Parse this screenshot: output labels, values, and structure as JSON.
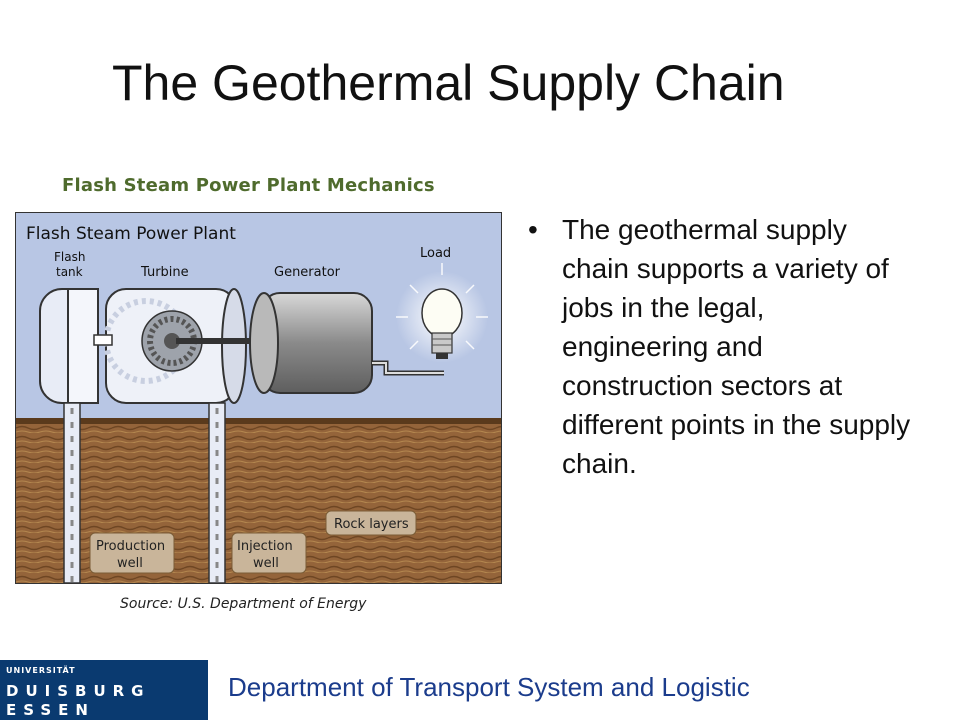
{
  "slide": {
    "title": "The Geothermal Supply Chain",
    "figure_caption": "Flash Steam Power Plant Mechanics",
    "figure_source": "Source: U.S. Department of Energy",
    "bullets": [
      "The geothermal supply chain supports a variety of jobs in the legal, engineering and construction sectors at different points in the supply chain."
    ],
    "bullet_symbol": "•"
  },
  "diagram": {
    "heading": "Flash Steam Power Plant",
    "labels": {
      "flash_tank_line1": "Flash",
      "flash_tank_line2": "tank",
      "turbine": "Turbine",
      "generator": "Generator",
      "load": "Load",
      "rock_layers": "Rock layers",
      "production_well_line1": "Production",
      "production_well_line2": "well",
      "injection_well_line1": "Injection",
      "injection_well_line2": "well"
    },
    "colors": {
      "sky": "#b8c6e4",
      "ground_dark": "#6b4a2a",
      "ground_mid": "#8a5d32",
      "ground_light": "#b0854f"
    }
  },
  "footer": {
    "logo_top": "UNIVERSITÄT",
    "logo_mid": "DUISBURG",
    "logo_bot": "ESSEN",
    "department": "Department of Transport System and Logistic"
  }
}
